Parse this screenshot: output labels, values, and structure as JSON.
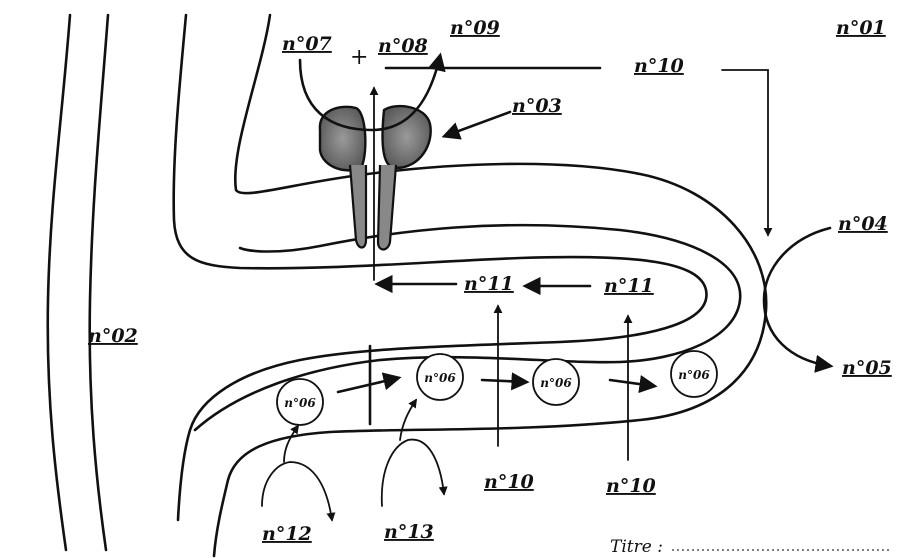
{
  "labels": {
    "n01": "n°01",
    "n02": "n°02",
    "n03": "n°03",
    "n04": "n°04",
    "n05": "n°05",
    "n06": "n°06",
    "n07": "n°07",
    "n08": "n°08",
    "n09": "n°09",
    "n10": "n°10",
    "n11": "n°11",
    "n12": "n°12",
    "n13": "n°13",
    "plus": "+",
    "titre": "Titre :"
  }
}
